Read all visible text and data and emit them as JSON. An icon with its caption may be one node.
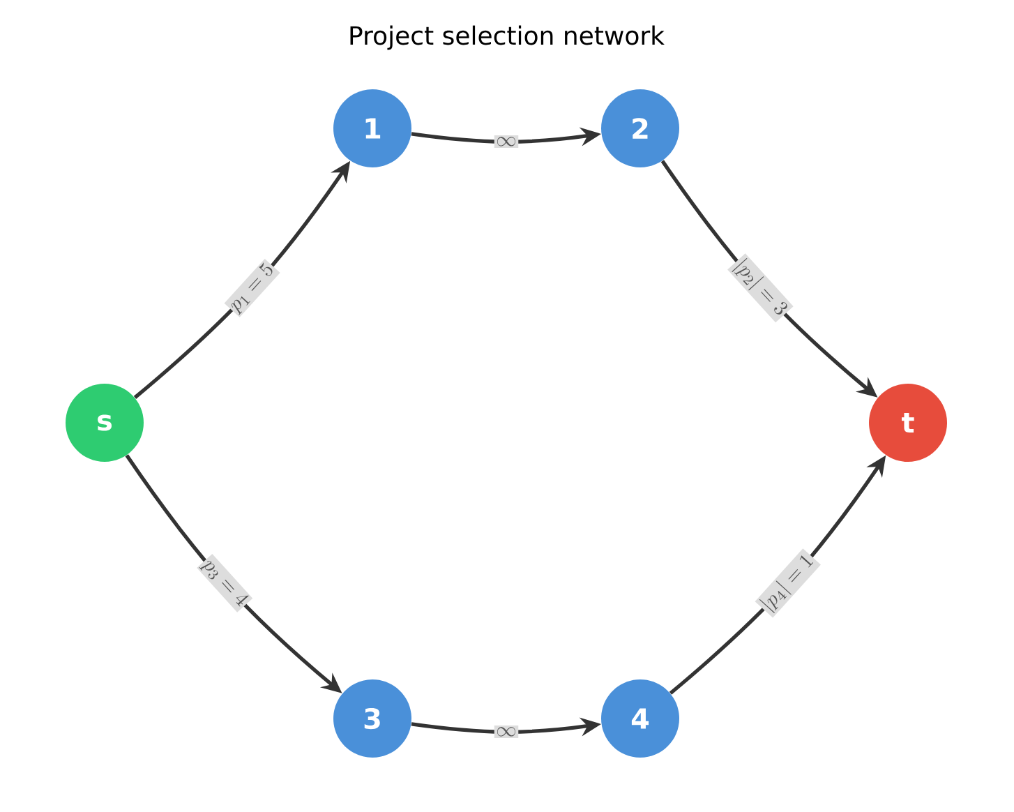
{
  "diagram": {
    "title": "Project selection network",
    "nodes": [
      {
        "text": [
          "s"
        ]
      },
      {
        "text": [
          "1"
        ]
      },
      {
        "text": [
          "2"
        ]
      },
      {
        "text": [
          "t"
        ]
      },
      {
        "text": [
          "3"
        ]
      },
      {
        "text": [
          "4"
        ]
      }
    ],
    "edges": [
      {
        "from": 0,
        "to": 1,
        "arrow": "to",
        "label": "p_1 = 5"
      },
      {
        "from": 1,
        "to": 2,
        "arrow": "to",
        "label": "\\infty"
      },
      {
        "from": 2,
        "to": 3,
        "arrow": "to",
        "label": "|p_2| = 3"
      },
      {
        "from": 0,
        "to": 4,
        "arrow": "to",
        "label": "p_3 = 4"
      },
      {
        "from": 4,
        "to": 5,
        "arrow": "to",
        "label": "\\infty"
      },
      {
        "from": 5,
        "to": 3,
        "arrow": "to",
        "label": "|p_4| = 1"
      }
    ]
  }
}
